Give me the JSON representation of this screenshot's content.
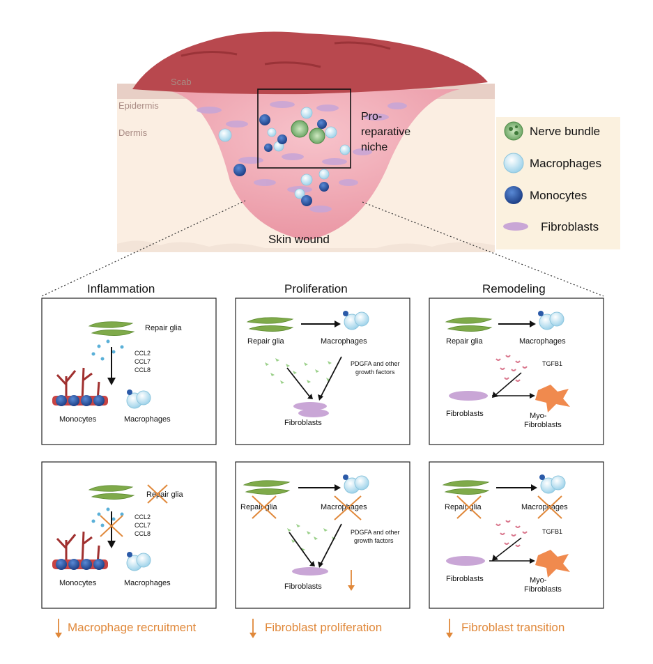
{
  "hero": {
    "scab": "Scab",
    "epidermis": "Epidermis",
    "dermis": "Dermis",
    "niche": [
      "Pro-",
      "reparative",
      "niche"
    ],
    "wound": "Skin wound"
  },
  "legend": {
    "nerve": "Nerve bundle",
    "macrophages": "Macrophages",
    "monocytes": "Monocytes",
    "fibroblasts": "Fibroblasts"
  },
  "phases": {
    "inflammation": "Inflammation",
    "proliferation": "Proliferation",
    "remodeling": "Remodeling"
  },
  "labels": {
    "repair_glia": "Repair glia",
    "monocytes": "Monocytes",
    "macrophages": "Macrophages",
    "fibroblasts": "Fibroblasts",
    "ccl2": "CCL2",
    "ccl7": "CCL7",
    "ccl8": "CCL8",
    "pdgfa": "PDGFA and other",
    "growth": "growth factors",
    "tgfb1": "TGFB1",
    "myo": "Myo-",
    "myo2": "Fibroblasts"
  },
  "outcomes": {
    "macrophage": "Macrophage recruitment",
    "proliferation": "Fibroblast proliferation",
    "transition": "Fibroblast transition"
  },
  "colors": {
    "orange": "#e0883a",
    "glia": "#7faa4a",
    "macrophage": "#bfe4f2",
    "monocyte": "#2b5aa8",
    "fibroblast": "#c9a6d6",
    "wound": "#f1a9b4",
    "scab": "#b8484e"
  }
}
